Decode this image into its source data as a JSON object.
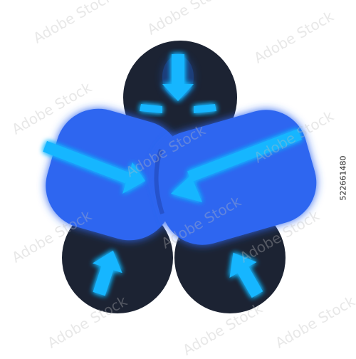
{
  "colors": {
    "background": "#ffffff",
    "circle": "#1c2333",
    "capsule": "#2f66f0",
    "capsule_edge": "#2a5be0",
    "arrow": "#19b6ff",
    "glow": "#2f7bff"
  },
  "icon": {
    "name": "converging-arrows-icon",
    "description_parts": [
      "three dark circles",
      "two blue rounded capsules",
      "cyan arrows pointing to center"
    ]
  },
  "watermark": {
    "text": "Adobe Stock"
  },
  "stock_id": "522661480"
}
